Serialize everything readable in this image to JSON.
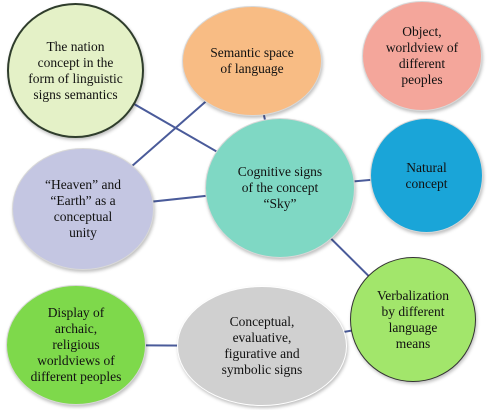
{
  "diagram": {
    "nodes": [
      {
        "id": "n1",
        "label": "The nation\nconcept in the\nform of linguistic\nsigns semantics",
        "color": "#e4f1c7"
      },
      {
        "id": "n2",
        "label": "Semantic space\nof language",
        "color": "#f8bc84"
      },
      {
        "id": "n3",
        "label": "Object,\nworldview of\ndifferent\npeoples",
        "color": "#f4a69b"
      },
      {
        "id": "n4",
        "label": "“Heaven” and\n“Earth” as a\nconceptual\nunity",
        "color": "#c4c6e2"
      },
      {
        "id": "n5",
        "label": "Cognitive signs\nof the concept\n“Sky”",
        "color": "#7fd8c4"
      },
      {
        "id": "n6",
        "label": "Natural\nconcept",
        "color": "#1aa5d8"
      },
      {
        "id": "n7",
        "label": "Display of\narchaic,\nreligious\nworldviews of\ndifferent peoples",
        "color": "#7ed94b"
      },
      {
        "id": "n8",
        "label": "Conceptual,\nevaluative,\nfigurative and\nsymbolic signs",
        "color": "#d0d0d0"
      },
      {
        "id": "n9",
        "label": "Verbalization\nby different\nlanguage\nmeans",
        "color": "#a2e66b"
      }
    ],
    "edges": [
      {
        "from": "n1",
        "to": "n5"
      },
      {
        "from": "n2",
        "to": "n5"
      },
      {
        "from": "n2",
        "to": "n4"
      },
      {
        "from": "n4",
        "to": "n5"
      },
      {
        "from": "n5",
        "to": "n6"
      },
      {
        "from": "n5",
        "to": "n9"
      },
      {
        "from": "n7",
        "to": "n8"
      },
      {
        "from": "n8",
        "to": "n9"
      }
    ],
    "line_color": "#4a5b9a"
  }
}
